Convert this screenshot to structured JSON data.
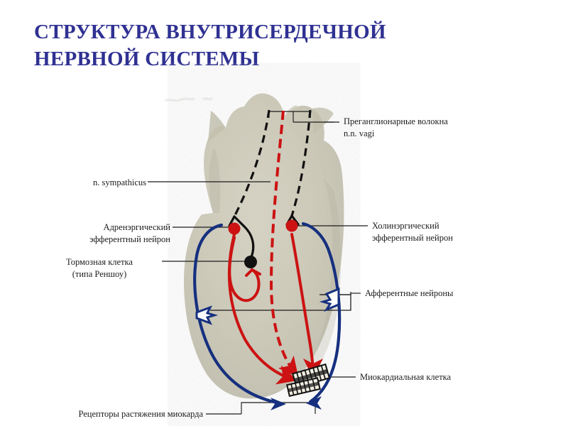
{
  "slide": {
    "title": "Структура внутрисердечной\nнервной системы",
    "title_color": "#2f3192",
    "background_color": "#ffffff"
  },
  "colors": {
    "artery_red": "#cc1212",
    "vein_blue": "#16307f",
    "nerve_black": "#111111",
    "heart_tissue": "#c9c6b4",
    "leader_line": "#1c1c1c"
  },
  "labels": {
    "preganglionic": "Преганглионарные волокна\nn.n. vagi",
    "sympathicus": "n. sympathicus",
    "adrenergic": "Адренэргический\nэфферентный нейрон",
    "renshaw": "Тормозная клетка\n(типа Реншоу)",
    "cholinergic": "Холинэргический\nэфферентный нейрон",
    "afferent": "Афферентные нейроны",
    "myocardial_cell": "Миокардиальная  клетка",
    "stretch_receptors": "Рецепторы растяжения миокарда"
  }
}
